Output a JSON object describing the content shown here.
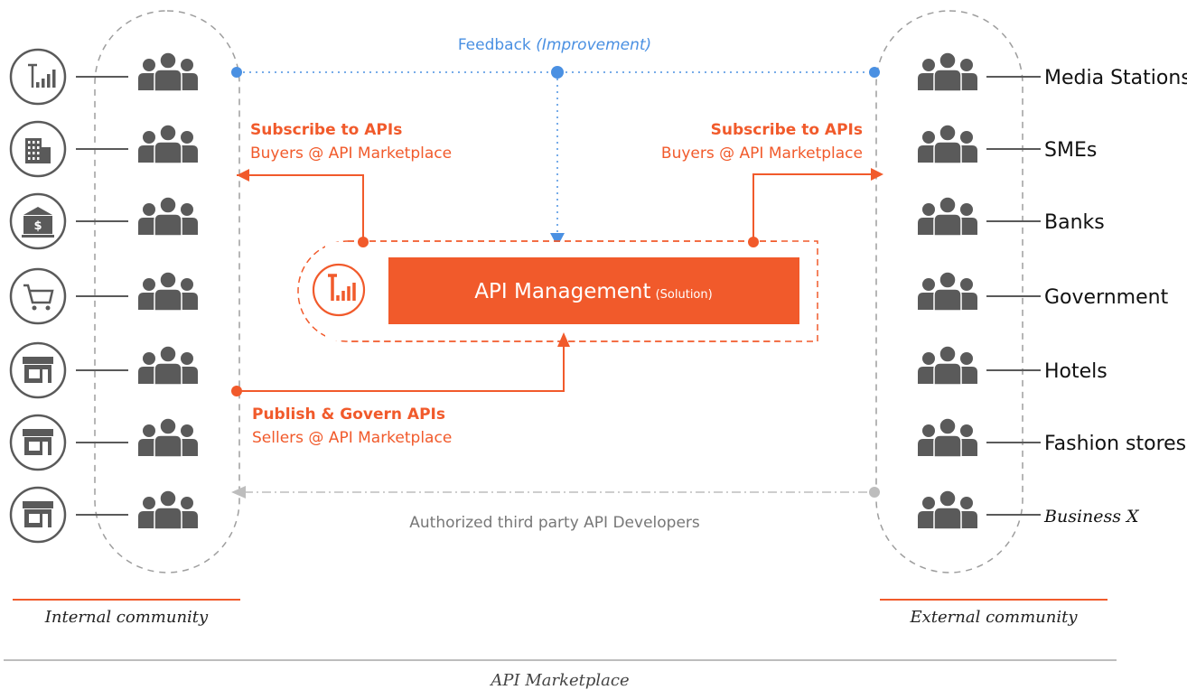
{
  "colors": {
    "accent": "#F15A2B",
    "feedback": "#4A90E2",
    "developer": "#BDBDBD",
    "dark": "#5A5A5A",
    "text": "#222222",
    "muted": "#666666"
  },
  "feedback": {
    "label": "Feedback",
    "qualifier": "(Improvement)"
  },
  "left_subscribe": {
    "title": "Subscribe to APIs",
    "subtitle": "Buyers @ API Marketplace"
  },
  "right_subscribe": {
    "title": "Subscribe to APIs",
    "subtitle": "Buyers @ API Marketplace"
  },
  "publish": {
    "title": "Publish & Govern APIs",
    "subtitle": "Sellers @ API Marketplace"
  },
  "solution": {
    "label": "API Management",
    "qualifier": "(Solution)"
  },
  "developers": {
    "label": "Authorized third party API Developers"
  },
  "internal": {
    "label": "Internal community",
    "icons": [
      "signal-icon",
      "building-icon",
      "bank-icon",
      "cart-icon",
      "store-icon",
      "store-icon",
      "store-icon"
    ]
  },
  "external": {
    "label": "External community",
    "groups": [
      "Media Stations",
      "SMEs",
      "Banks",
      "Government",
      "Hotels",
      "Fashion stores",
      "Business X"
    ]
  },
  "footer": {
    "label": "API Marketplace"
  }
}
